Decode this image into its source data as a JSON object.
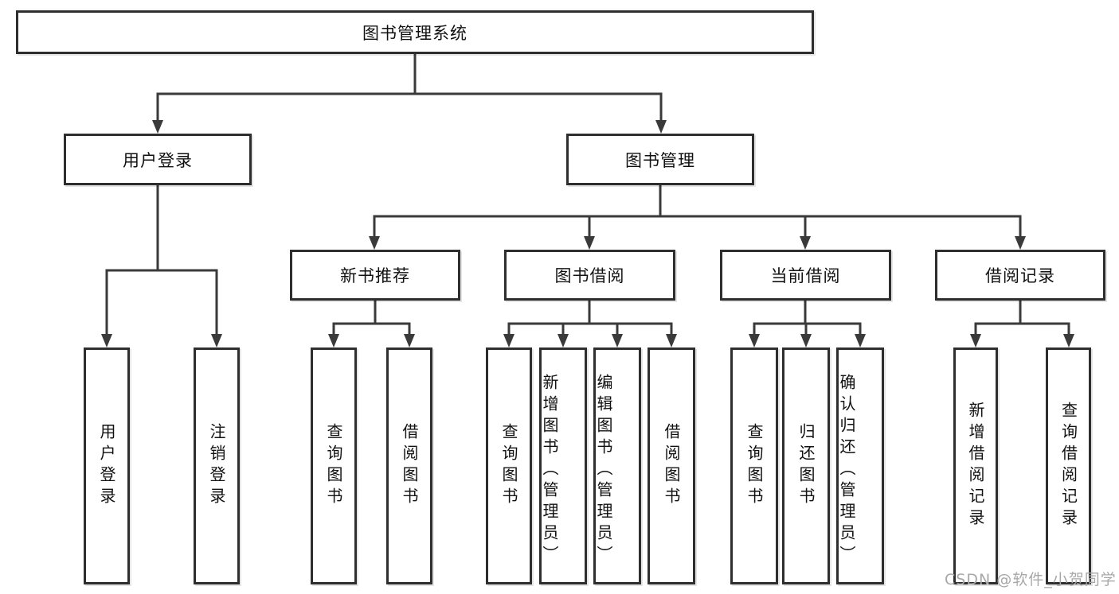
{
  "diagram": {
    "root": {
      "label": "图书管理系统"
    },
    "branches": [
      {
        "label": "用户登录",
        "children": [
          {
            "label": "用户登录"
          },
          {
            "label": "注销登录"
          }
        ]
      },
      {
        "label": "图书管理",
        "groups": [
          {
            "label": "新书推荐",
            "children": [
              {
                "label": "查询图书"
              },
              {
                "label": "借阅图书"
              }
            ]
          },
          {
            "label": "图书借阅",
            "children": [
              {
                "label": "查询图书"
              },
              {
                "label": "新增图书（管理员）"
              },
              {
                "label": "编辑图书（管理员）"
              },
              {
                "label": "借阅图书"
              }
            ]
          },
          {
            "label": "当前借阅",
            "children": [
              {
                "label": "查询图书"
              },
              {
                "label": "归还图书"
              },
              {
                "label": "确认归还（管理员）"
              }
            ]
          },
          {
            "label": "借阅记录",
            "children": [
              {
                "label": "新增借阅记录"
              },
              {
                "label": "查询借阅记录"
              }
            ]
          }
        ]
      }
    ]
  },
  "watermark": {
    "text": "CSDN @软件_小贺同学"
  },
  "colors": {
    "line": "#3a3a3a",
    "border": "#2e2e2e",
    "text": "#111111",
    "watermark": "#a8a8a8",
    "background": "#ffffff"
  }
}
